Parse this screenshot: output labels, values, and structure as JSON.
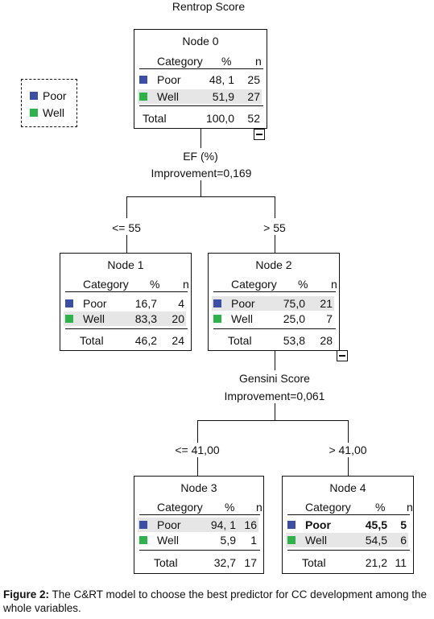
{
  "colors": {
    "poor": "#3b4fa8",
    "well": "#2db34a",
    "highlight": "#e6e6e6"
  },
  "header": {
    "title": "Rentrop Score"
  },
  "legend": {
    "items": [
      {
        "label": "Poor",
        "icon": "poor-square-icon"
      },
      {
        "label": "Well",
        "icon": "well-square-icon"
      }
    ]
  },
  "table_header": {
    "category": "Category",
    "percent": "%",
    "n": "n"
  },
  "nodes": {
    "n0": {
      "title": "Node 0",
      "poor_label": "Poor",
      "poor_pct": "48, 1",
      "poor_n": "25",
      "well_label": "Well",
      "well_pct": "51,9",
      "well_n": "27",
      "total_label": "Total",
      "total_pct": "100,0",
      "total_n": "52"
    },
    "n1": {
      "title": "Node 1",
      "poor_label": "Poor",
      "poor_pct": "16,7",
      "poor_n": "4",
      "well_label": "Well",
      "well_pct": "83,3",
      "well_n": "20",
      "total_label": "Total",
      "total_pct": "46,2",
      "total_n": "24"
    },
    "n2": {
      "title": "Node 2",
      "poor_label": "Poor",
      "poor_pct": "75,0",
      "poor_n": "21",
      "well_label": "Well",
      "well_pct": "25,0",
      "well_n": "7",
      "total_label": "Total",
      "total_pct": "53,8",
      "total_n": "28"
    },
    "n3": {
      "title": "Node 3",
      "poor_label": "Poor",
      "poor_pct": "94, 1",
      "poor_n": "16",
      "well_label": "Well",
      "well_pct": "5,9",
      "well_n": "1",
      "total_label": "Total",
      "total_pct": "32,7",
      "total_n": "17"
    },
    "n4": {
      "title": "Node 4",
      "poor_label": "Poor",
      "poor_pct": "45,5",
      "poor_n": "5",
      "well_label": "Well",
      "well_pct": "54,5",
      "well_n": "6",
      "total_label": "Total",
      "total_pct": "21,2",
      "total_n": "11"
    }
  },
  "splits": {
    "s1": {
      "variable": "EF (%)",
      "improvement": "Improvement=0,169",
      "left": "<= 55",
      "right": "> 55"
    },
    "s2": {
      "variable": "Gensini Score",
      "improvement": "Improvement=0,061",
      "left": "<= 41,00",
      "right": "> 41,00"
    }
  },
  "caption": {
    "label": "Figure 2:",
    "text": "The C&RT model to choose the best predictor for CC development among the whole variables."
  }
}
